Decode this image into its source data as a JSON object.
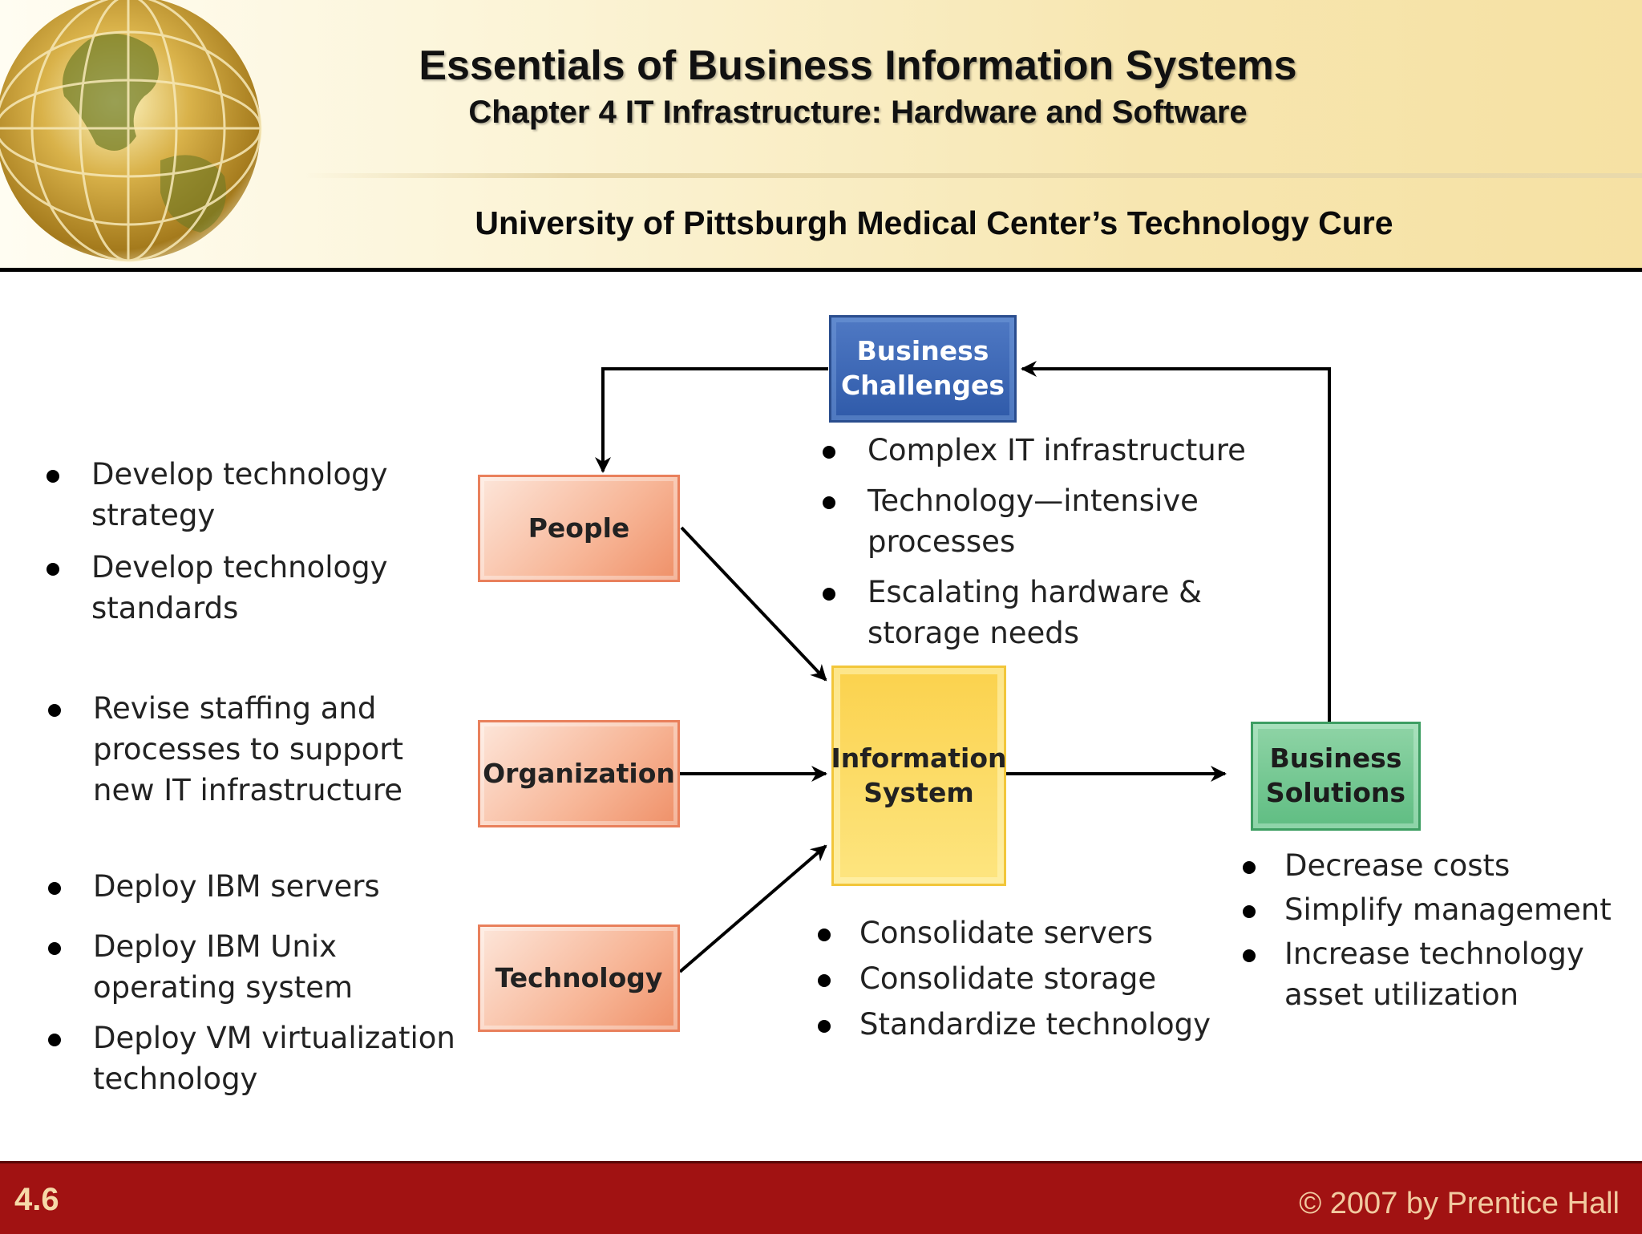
{
  "header": {
    "title": "Essentials of Business Information Systems",
    "subtitle": "Chapter 4 IT Infrastructure: Hardware and Software"
  },
  "slide": {
    "title": "University of Pittsburgh Medical Center’s Technology Cure"
  },
  "boxes": {
    "business_challenges": [
      "Business",
      "Challenges"
    ],
    "people": "People",
    "organization": "Organization",
    "technology": "Technology",
    "information_system": [
      "Information",
      "System"
    ],
    "business_solutions": [
      "Business",
      "Solutions"
    ]
  },
  "challenges": [
    "Complex IT infrastructure",
    "Technology—intensive processes",
    "Escalating hardware & storage needs"
  ],
  "people_items": [
    "Develop  technology strategy",
    "Develop technology standards"
  ],
  "organization_items": [
    "Revise staffing and processes to support new IT infrastructure"
  ],
  "technology_items": [
    "Deploy IBM servers",
    "Deploy IBM Unix operating system",
    "Deploy VM virtualization technology"
  ],
  "system_items": [
    "Consolidate servers",
    "Consolidate storage",
    "Standardize technology"
  ],
  "solutions": [
    "Decrease costs",
    "Simplify management",
    "Increase technology asset utilization"
  ],
  "colors": {
    "challenges_box": "#2f5aa9",
    "dimension_box": "#f7b596",
    "system_box": "#fbd24d",
    "solutions_box": "#5fbd82",
    "footer": "#a11212"
  },
  "footer": {
    "slide_number": "4.6",
    "copyright": "© 2007 by Prentice Hall"
  }
}
